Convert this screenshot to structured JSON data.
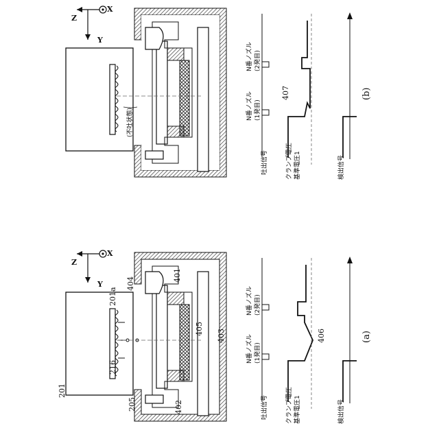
{
  "axes": {
    "z": "Z",
    "y": "Y",
    "x": "X"
  },
  "panel_a": {
    "caption": "(a)",
    "refs": {
      "r201": "201",
      "r201a": "201a",
      "r216": "216",
      "r205": "205",
      "r404": "404",
      "r401": "401",
      "r402": "402",
      "r403": "403",
      "r405": "405",
      "r406": "406"
    },
    "nozzle1": [
      "N番ノズル",
      "(1発目)"
    ],
    "nozzle2": [
      "N番ノズル",
      "(2発目)"
    ],
    "signal_discharge": "吐出信号",
    "signal_clamp": "クランプ電圧",
    "signal_ref": "基準電圧1",
    "signal_detect": "検出信号"
  },
  "panel_b": {
    "caption": "(b)",
    "refs": {
      "r407": "407"
    },
    "non_discharge": "(不吐状態)",
    "nozzle1": [
      "N番ノズル",
      "(1発目)"
    ],
    "nozzle2": [
      "N番ノズル",
      "(2発目)"
    ],
    "signal_discharge": "吐出信号",
    "signal_clamp": "クランプ電圧",
    "signal_ref": "基準電圧1",
    "signal_detect": "検出信号"
  }
}
